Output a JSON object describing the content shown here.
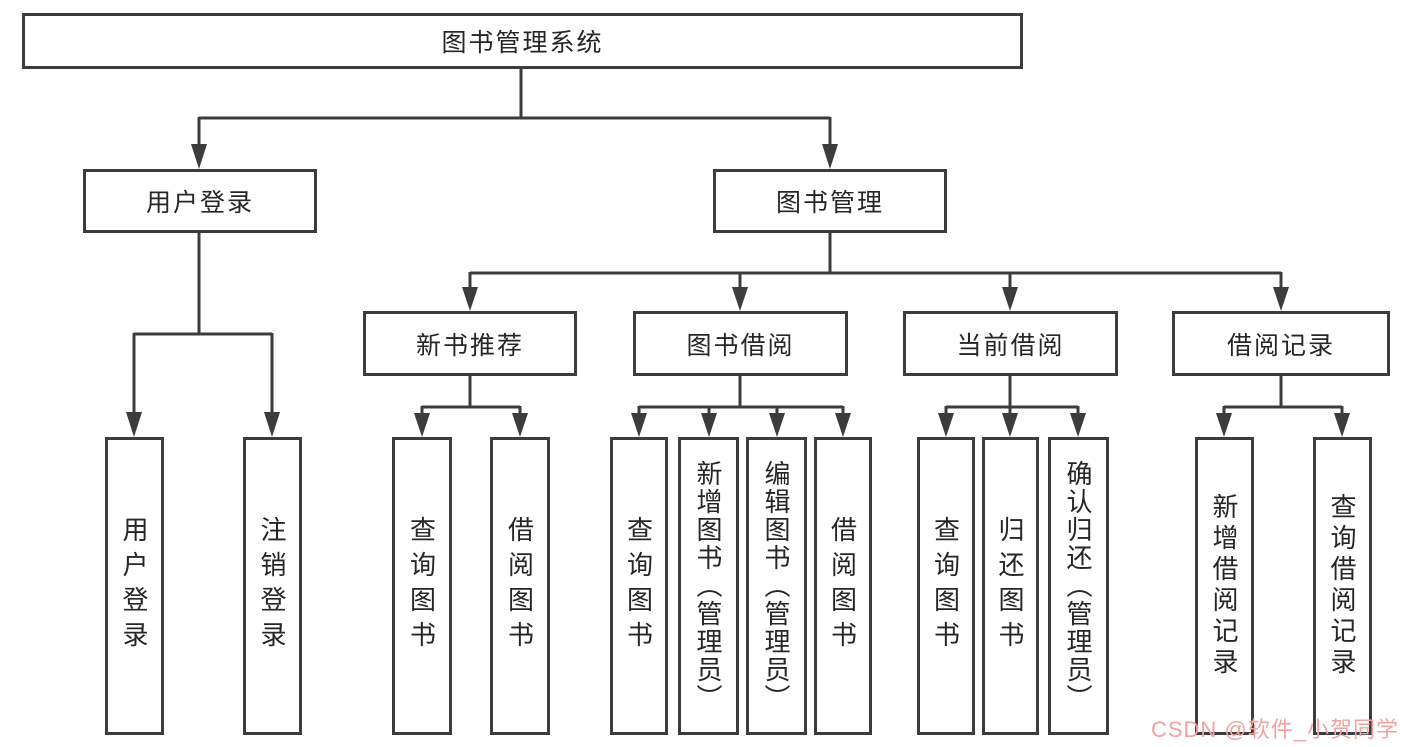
{
  "tree": {
    "label": "图书管理系统",
    "children": [
      {
        "label": "用户登录",
        "children": [
          {
            "label": "用户登录"
          },
          {
            "label": "注销登录"
          }
        ]
      },
      {
        "label": "图书管理",
        "children": [
          {
            "label": "新书推荐",
            "children": [
              {
                "label": "查询图书"
              },
              {
                "label": "借阅图书"
              }
            ]
          },
          {
            "label": "图书借阅",
            "children": [
              {
                "label": "查询图书"
              },
              {
                "label": "新增图书（管理员）"
              },
              {
                "label": "编辑图书（管理员）"
              },
              {
                "label": "借阅图书"
              }
            ]
          },
          {
            "label": "当前借阅",
            "children": [
              {
                "label": "查询图书"
              },
              {
                "label": "归还图书"
              },
              {
                "label": "确认归还（管理员）"
              }
            ]
          },
          {
            "label": "借阅记录",
            "children": [
              {
                "label": "新增借阅记录"
              },
              {
                "label": "查询借阅记录"
              }
            ]
          }
        ]
      }
    ]
  },
  "watermark": {
    "text": "CSDN @软件_小贺同学"
  },
  "colors": {
    "line": "#3c3c3c",
    "box_border": "#3c3c3c",
    "text": "#262626",
    "watermark": "#f2a2a2",
    "background": "#ffffff"
  }
}
